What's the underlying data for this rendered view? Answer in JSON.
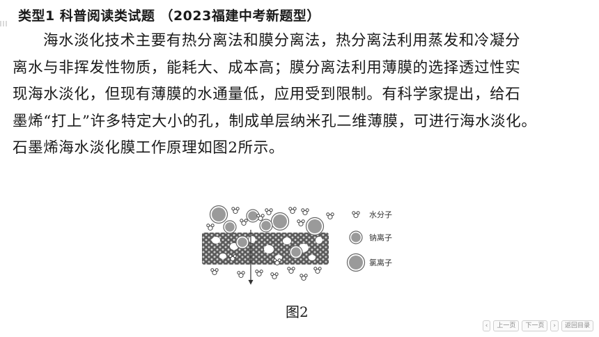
{
  "header": {
    "title": "类型1 科普阅读类试题 （2023福建中考新题型）"
  },
  "passage": {
    "lines": [
      "海水淡化技术主要有热分离法和膜分离法，热分离法利用蒸发和冷凝分",
      "离水与非挥发性物质，能耗大、成本高；膜分离法利用薄膜的选择透过性实",
      "现海水淡化，但现有薄膜的水通量低，应用受到限制。有科学家提出，给石",
      "墨烯“打上”许多特定大小的孔，制成单层纳米孔二维薄膜，可进行海水淡化。",
      "石墨烯海水淡化膜工作原理如图2所示。"
    ]
  },
  "figure": {
    "legend": {
      "water": "水分子",
      "sodium": "钠离子",
      "chlorine": "氯离子"
    },
    "caption": "图2"
  },
  "nav": {
    "prev_arrow": "‹",
    "prev": "上一页",
    "next": "下一页",
    "next_arrow": "›",
    "back": "返回目录"
  }
}
